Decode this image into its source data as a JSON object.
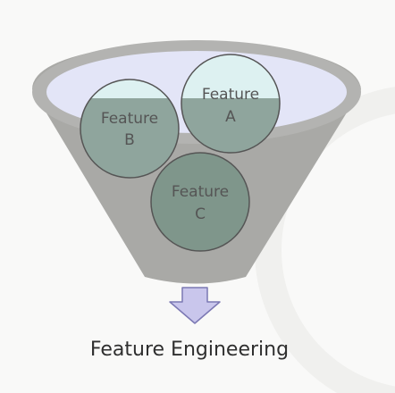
{
  "features": [
    {
      "id": "b",
      "line1": "Feature",
      "line2": "B"
    },
    {
      "id": "a",
      "line1": "Feature",
      "line2": "A"
    },
    {
      "id": "c",
      "line1": "Feature",
      "line2": "C"
    }
  ],
  "caption": "Feature Engineering",
  "colors": {
    "background": "#f9f9f8",
    "funnel_body": "#a9a9a6",
    "funnel_rim": "#b3b3b1",
    "funnel_opening": "#e3e5f7",
    "circle_light": "#ddf1f1",
    "circle_mid": "#8fa59d",
    "circle_dark": "#7f968b",
    "arrow": "#c9c6ec",
    "arrow_outline": "#7b78b3"
  }
}
